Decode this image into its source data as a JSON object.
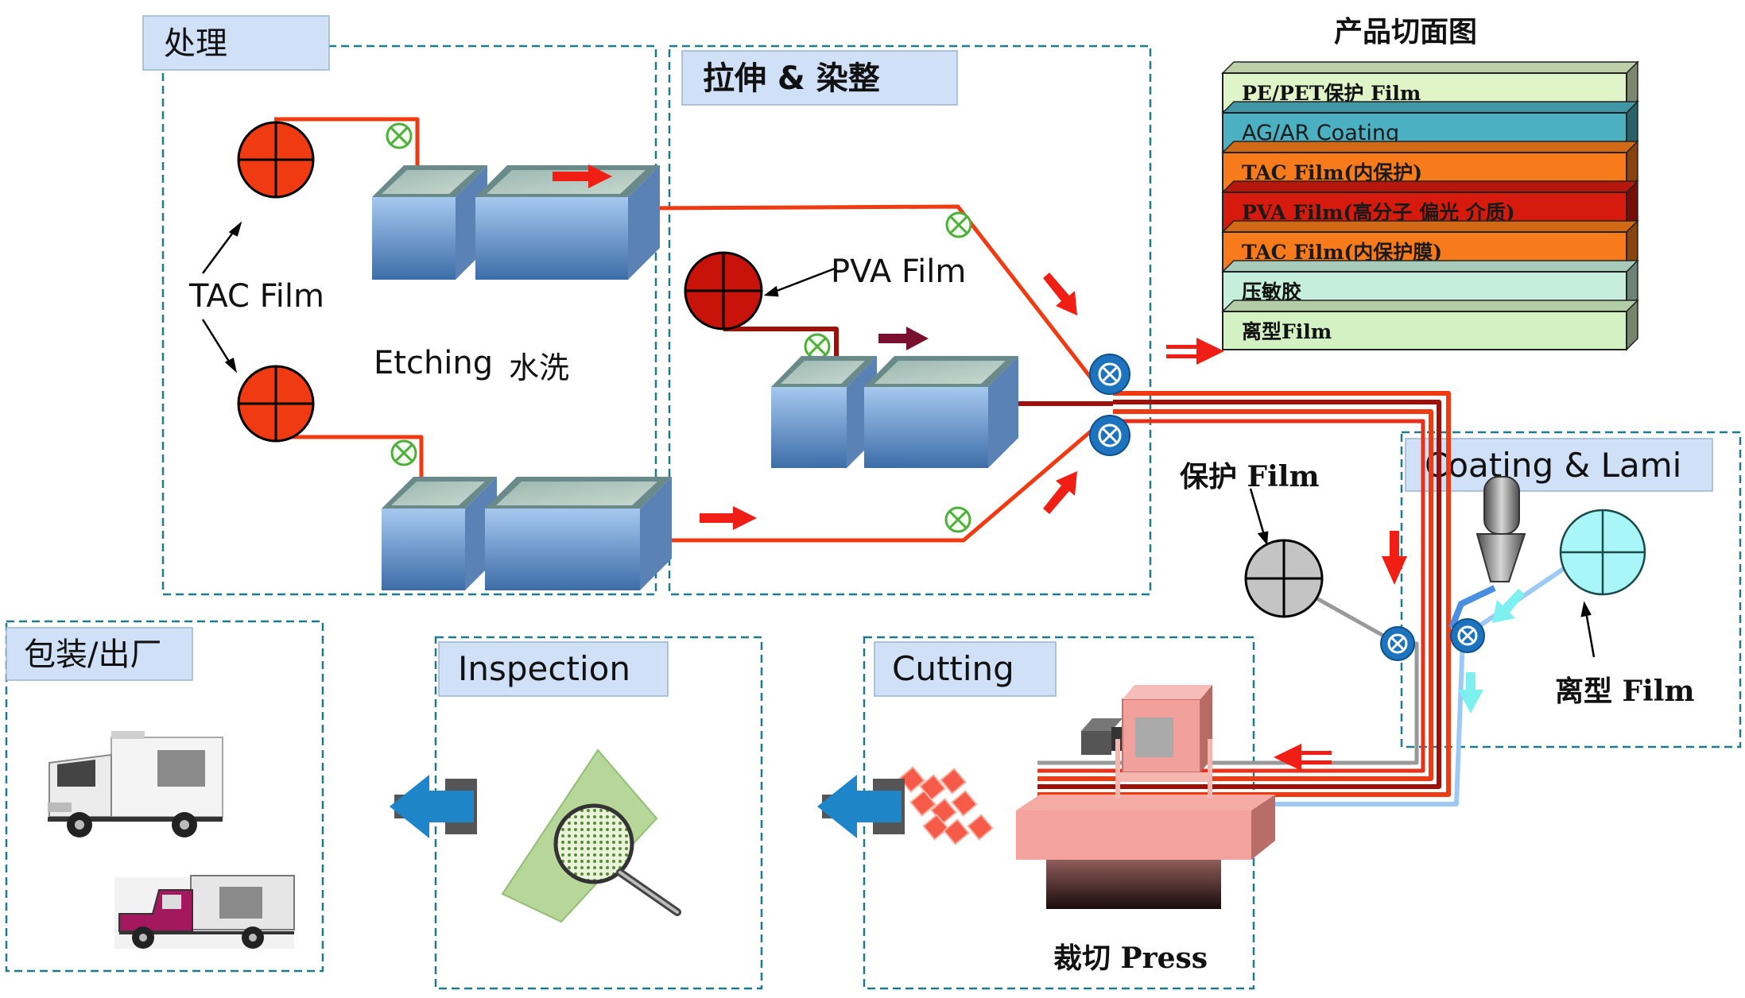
{
  "sections": {
    "treatment": "处理",
    "stretch_dye": "拉伸 & 染整",
    "coating_lami": "Coating & Lami",
    "packaging": "包装/出厂",
    "inspection": "Inspection",
    "cutting": "Cutting"
  },
  "labels": {
    "tac_film": "TAC Film",
    "etching": "Etching",
    "water_wash": "水洗",
    "pva_film": "PVA Film",
    "protect_film": "保护 Film",
    "release_film": "离型 Film",
    "cut_press": "裁切 Press"
  },
  "cross_section": {
    "title": "产品切面图",
    "layers": [
      {
        "label": "PE/PET保护 Film",
        "color": "#dff5c8",
        "text_color": "#111111"
      },
      {
        "label": "AG/AR Coating",
        "color": "#4bb0c2",
        "text_color": "#1a1a1a"
      },
      {
        "label": "TAC Film(内保护)",
        "color": "#f77b1a",
        "text_color": "#1a1a1a"
      },
      {
        "label": "PVA Film(高分子 偏光 介质)",
        "color": "#d61a0e",
        "text_color": "#1a1a1a"
      },
      {
        "label": "TAC Film(内保护膜)",
        "color": "#f77b1a",
        "text_color": "#1a1a1a"
      },
      {
        "label": "压敏胶",
        "color": "#c6eedc",
        "text_color": "#111111"
      },
      {
        "label": "离型Film",
        "color": "#d2f2c4",
        "text_color": "#111111"
      }
    ]
  },
  "colors": {
    "film_red": "#f03a12",
    "dark_red": "#a01008",
    "box_border": "#1f7a8c",
    "label_bg": "#cfe0f7",
    "tank_blue": "#7aa7d8",
    "roller_blue": "#1e73be",
    "light_blue_film": "#9ec9f5",
    "cyan": "#7df0f0",
    "arrow_blue": "#1e86c8"
  }
}
